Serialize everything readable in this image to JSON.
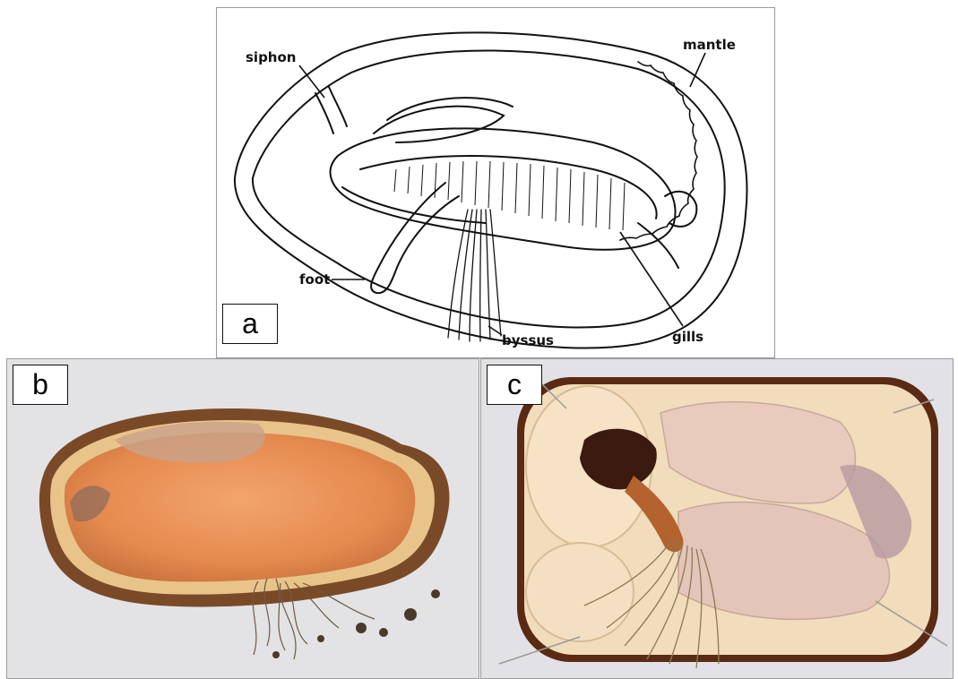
{
  "panel_a": {
    "letter": "a",
    "labels": {
      "siphon": "siphon",
      "mantle": "mantle",
      "foot": "foot",
      "byssus": "byssus",
      "gills": "gills"
    }
  },
  "panel_b": {
    "letter": "b"
  },
  "panel_c": {
    "letter": "c"
  }
}
